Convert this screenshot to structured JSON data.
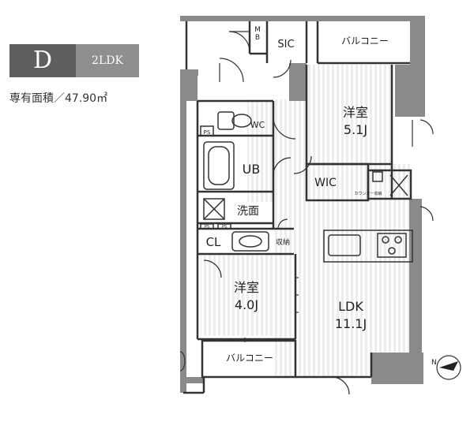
{
  "header": {
    "type_letter": "D",
    "layout_type": "2LDK",
    "area_label": "専有面積／",
    "area_value": "47.90㎡"
  },
  "rooms": {
    "mb": "M\nB",
    "sic": "SIC",
    "balcony_top": "バルコニー",
    "bedroom1_name": "洋室",
    "bedroom1_size": "5.1J",
    "wc": "WC",
    "ps_top": "PS",
    "ub": "UB",
    "wic": "WIC",
    "counter_storage": "カウンター収納",
    "washroom": "洗面",
    "ps_mid": "PS",
    "ps_mid2": "PS",
    "cl": "CL",
    "storage": "収納",
    "bedroom2_name": "洋室",
    "bedroom2_size": "4.0J",
    "ldk_name": "LDK",
    "ldk_size": "11.1J",
    "balcony_bottom": "バルコニー"
  },
  "compass": {
    "label": "N"
  },
  "colors": {
    "wall": "#8a8a8a",
    "line": "#333333",
    "floor_stripe": "#ececec"
  }
}
